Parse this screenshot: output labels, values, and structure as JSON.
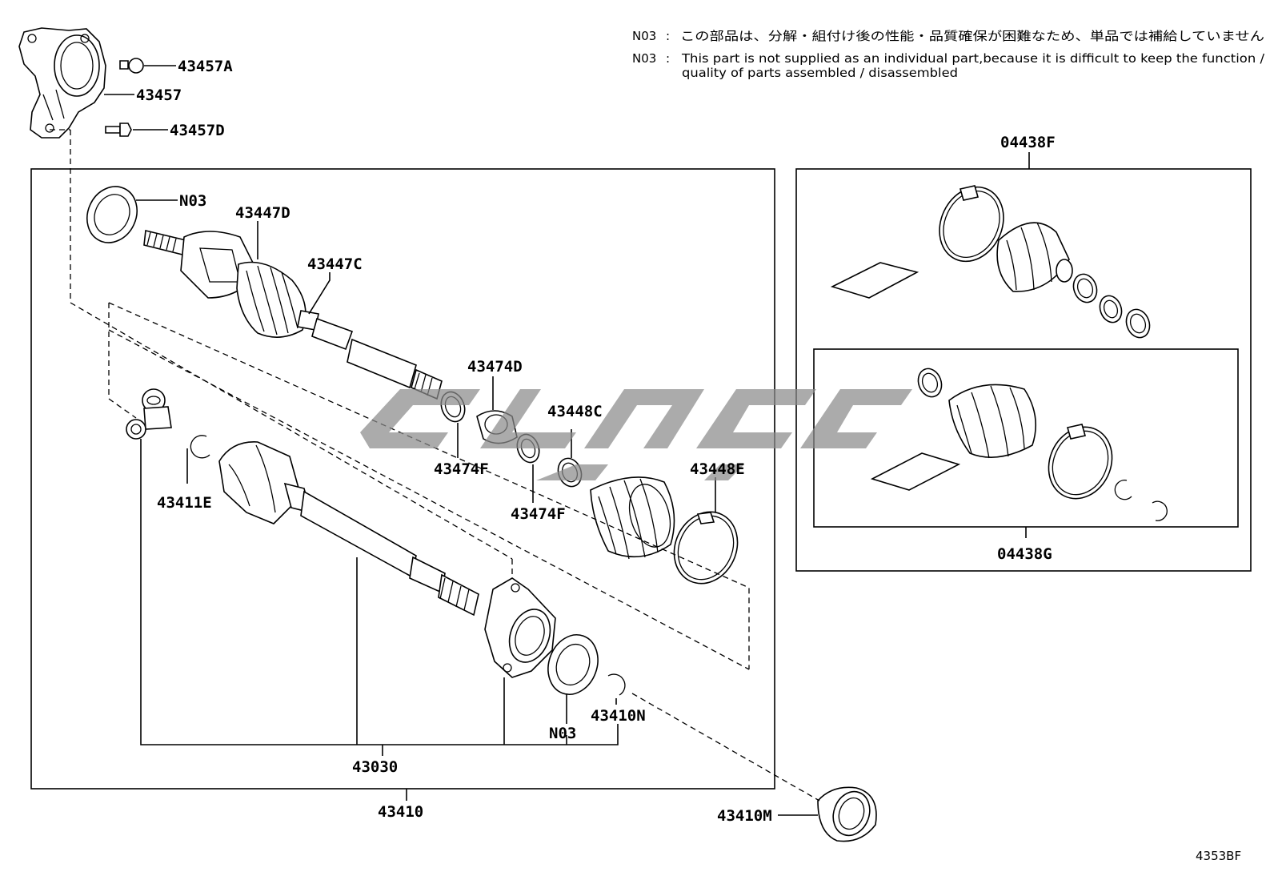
{
  "notes": {
    "jp_code": "N03",
    "jp_sep": ":",
    "jp_text": "この部品は、分解・組付け後の性能・品質確保が困難なため、単品では補給していません",
    "en_code": "N03",
    "en_sep": ":",
    "en_text_line1": "This part is not supplied as an individual part,because it is difficult to keep the function /",
    "en_text_line2": "quality of parts assembled / disassembled"
  },
  "labels": {
    "p43457A": "43457A",
    "p43457": "43457",
    "p43457D": "43457D",
    "pN03_top": "N03",
    "p43447D": "43447D",
    "p43447C": "43447C",
    "p43474D": "43474D",
    "p43474F_a": "43474F",
    "p43474F_b": "43474F",
    "p43448C": "43448C",
    "p43448E": "43448E",
    "p43411E": "43411E",
    "p43030": "43030",
    "pN03_bottom": "N03",
    "p43410N": "43410N",
    "p43410": "43410",
    "p43410M": "43410M",
    "p04438F": "04438F",
    "p04438G": "04438G"
  },
  "diagram_code": "4353BF",
  "icons": {
    "watermark": "brand-logo-watermark"
  }
}
